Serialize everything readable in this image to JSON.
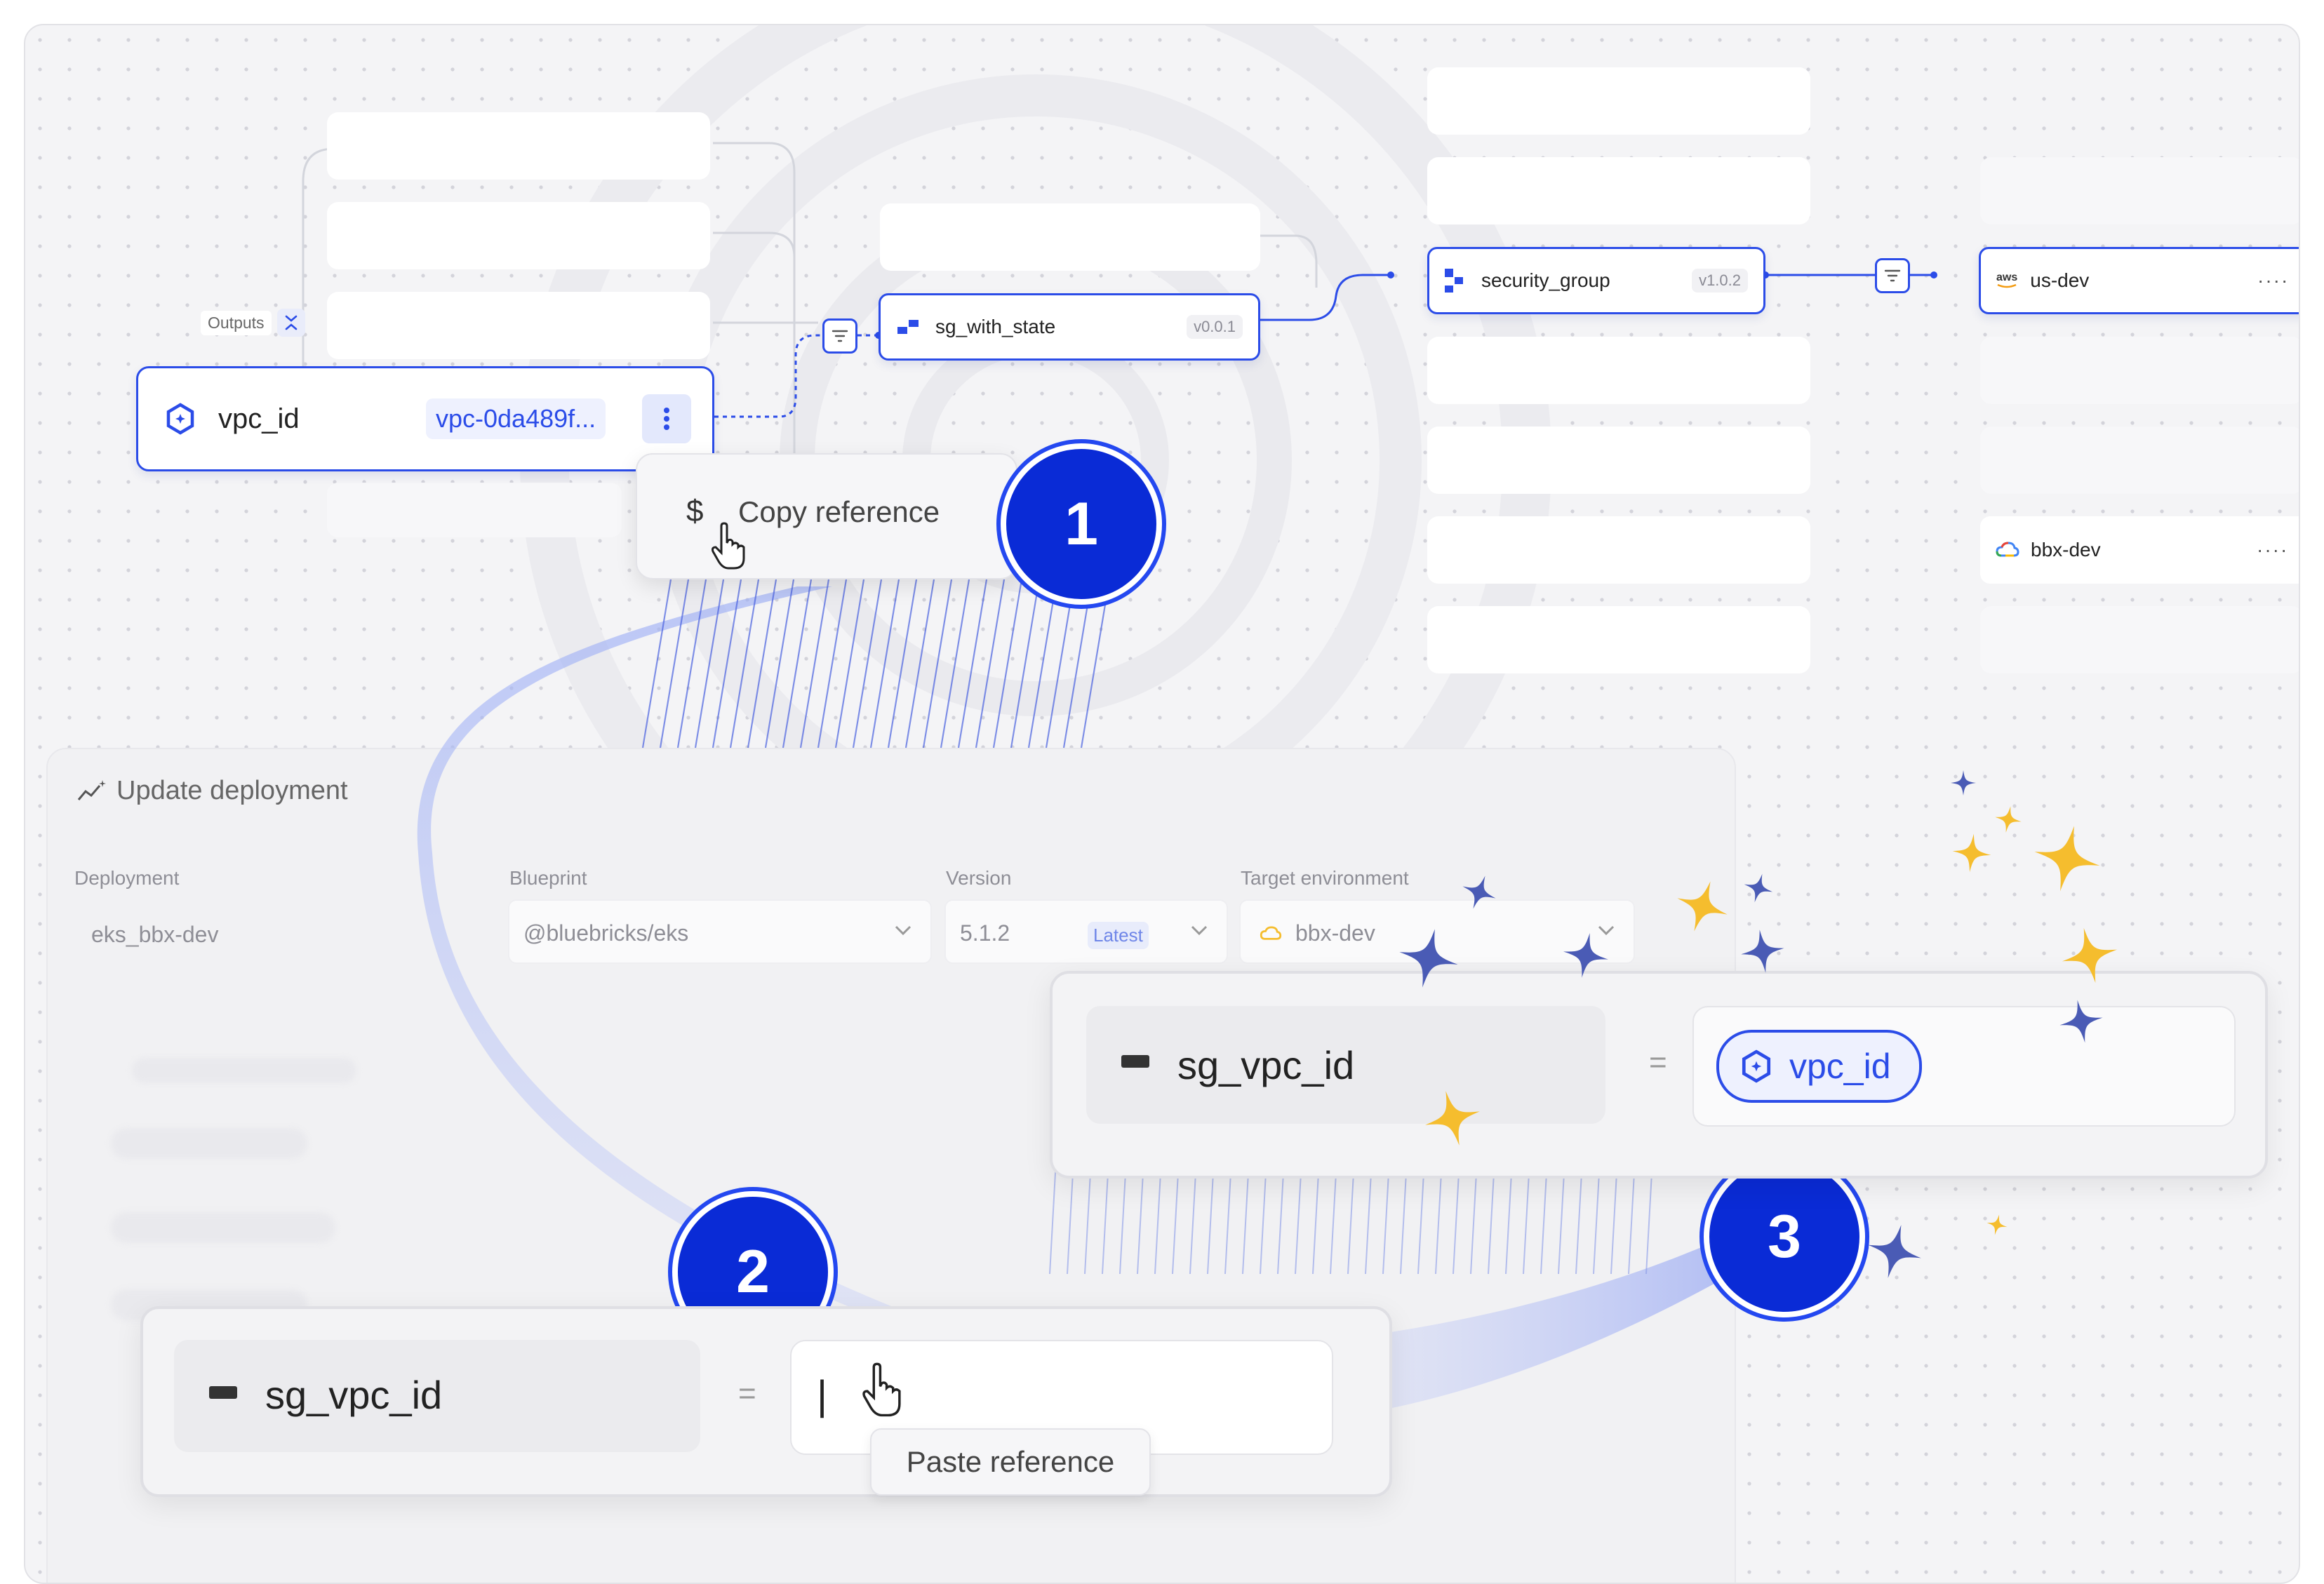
{
  "graph": {
    "outputs_label": "Outputs",
    "vpc_node": {
      "label": "vpc_id",
      "value": "vpc-0da489f..."
    },
    "copy_menu": {
      "icon": "$",
      "label": "Copy reference"
    },
    "sg_with_state": {
      "label": "sg_with_state",
      "version": "v0.0.1"
    },
    "security_group": {
      "label": "security_group",
      "version": "v1.0.2"
    },
    "env_us": {
      "provider": "aws",
      "label": "us-dev",
      "more": "····"
    },
    "env_bbx": {
      "label": "bbx-dev",
      "more": "····"
    }
  },
  "steps": [
    "1",
    "2",
    "3"
  ],
  "update_panel": {
    "title": "Update deployment",
    "deployment_label": "Deployment",
    "deployment_value": "eks_bbx-dev",
    "blueprint_label": "Blueprint",
    "blueprint_value": "@bluebricks/eks",
    "version_label": "Version",
    "version_value": "5.1.2",
    "version_tag": "Latest",
    "env_label": "Target environment",
    "env_value": "bbx-dev"
  },
  "card_result": {
    "var_name": "sg_vpc_id",
    "equals": "=",
    "chip_label": "vpc_id"
  },
  "card_paste": {
    "var_name": "sg_vpc_id",
    "equals": "=",
    "cursor": "|",
    "tooltip": "Paste reference"
  },
  "colors": {
    "accent": "#2b4ce8",
    "badge": "#0a2bd6",
    "star_blue": "#4a5bb5",
    "star_yellow": "#f5bd2e"
  }
}
